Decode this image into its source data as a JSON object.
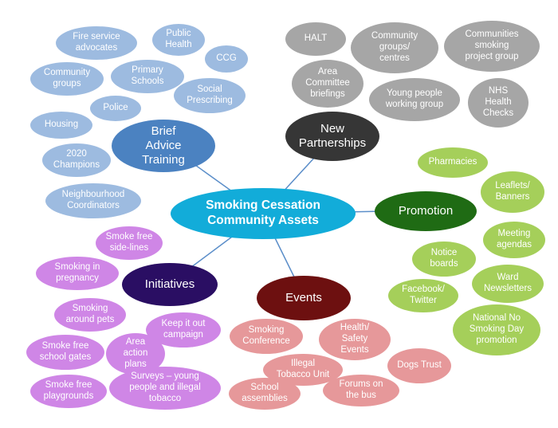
{
  "center": {
    "label": "Smoking Cessation\nCommunity Assets",
    "color": "#12acd9"
  },
  "hubs": {
    "brief": {
      "label": "Brief\nAdvice\nTraining",
      "color": "#4b82c1"
    },
    "partnerships": {
      "label": "New\nPartnerships",
      "color": "#363636"
    },
    "promotion": {
      "label": "Promotion",
      "color": "#1f6b14"
    },
    "events": {
      "label": "Events",
      "color": "#6d1010"
    },
    "initiatives": {
      "label": "Initiatives",
      "color": "#2a0e63"
    }
  },
  "brief_items": [
    "Fire service\nadvocates",
    "Public\nHealth",
    "CCG",
    "Community\ngroups",
    "Primary\nSchools",
    "Social\nPrescribing",
    "Police",
    "Housing",
    "2020\nChampions",
    "Neighbourhood\nCoordinators"
  ],
  "partnership_items": [
    "HALT",
    "Community\ngroups/\ncentres",
    "Communities\nsmoking\nproject group",
    "Area\nCommittee\nbriefings",
    "Young people\nworking group",
    "NHS\nHealth\nChecks"
  ],
  "promotion_items": [
    "Pharmacies",
    "Leaflets/\nBanners",
    "Meeting\nagendas",
    "Notice\nboards",
    "Ward\nNewsletters",
    "Facebook/\nTwitter",
    "National No\nSmoking Day\npromotion"
  ],
  "initiative_items": [
    "Smoke free\nside-lines",
    "Smoking in\npregnancy",
    "Smoking\naround pets",
    "Keep it out\ncampaign",
    "Smoke free\nschool gates",
    "Area\naction\nplans",
    "Smoke free\nplaygrounds",
    "Surveys – young\npeople and illegal\ntobacco"
  ],
  "event_items": [
    "Smoking\nConference",
    "Health/\nSafety\nEvents",
    "Illegal\nTobacco Unit",
    "Dogs Trust",
    "School\nassemblies",
    "Forums on\nthe bus"
  ],
  "colors": {
    "connector": "#5b8ec9"
  }
}
